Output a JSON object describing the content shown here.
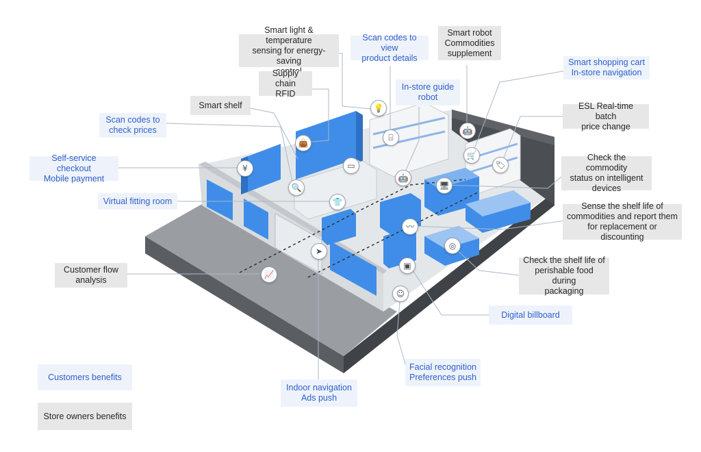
{
  "labels": {
    "smart_light": "Smart light & temperature\nsensing for energy-saving\ncontrol",
    "scan_details": "Scan codes to view\nproduct details",
    "smart_robot": "Smart robot\nCommodities\nsupplement",
    "smart_cart": "Smart shopping cart\nIn-store navigation",
    "supply_chain": "Supply chain\nRFID",
    "guide_robot": "In-store guide\nrobot",
    "smart_shelf": "Smart shelf",
    "esl": "ESL Real-time batch\nprice change",
    "scan_prices": "Scan codes to\ncheck prices",
    "check_status": "Check the commodity\nstatus on intelligent\ndevices",
    "self_checkout": "Self-service checkout\nMobile payment",
    "fitting_room": "Virtual fitting room",
    "shelf_life": "Sense the shelf life of\ncommodities and report them\nfor replacement or discounting",
    "customer_flow": "Customer flow\nanalysis",
    "perishable": "Check the shelf life of\nperishable food during\npackaging",
    "billboard": "Digital billboard",
    "facial": "Facial recognition\nPreferences push",
    "indoor_nav": "Indoor navigation\nAds push"
  },
  "legend": {
    "customers": "Customers benefits",
    "owners": "Store owners benefits"
  },
  "colors": {
    "customer_text": "#2f5fc9",
    "customer_bg": "#eef3fb",
    "owner_text": "#262626",
    "owner_bg": "#e7e7e7",
    "accent_blue": "#3f8de8",
    "floor": "#dcdfe3",
    "wall": "#4b4f54"
  },
  "icons": {
    "light": "💡",
    "scan": "⌸",
    "robot": "🤖",
    "cart": "🛒",
    "tag": "🏷",
    "bag": "👜",
    "rfid": "▭",
    "yen": "¥",
    "search": "🔍",
    "shirt": "👕",
    "monitor": "🖥",
    "pulse": "〰",
    "target": "◎",
    "nav": "➤",
    "chart": "📈",
    "face": "☺",
    "billboard": "▣"
  }
}
